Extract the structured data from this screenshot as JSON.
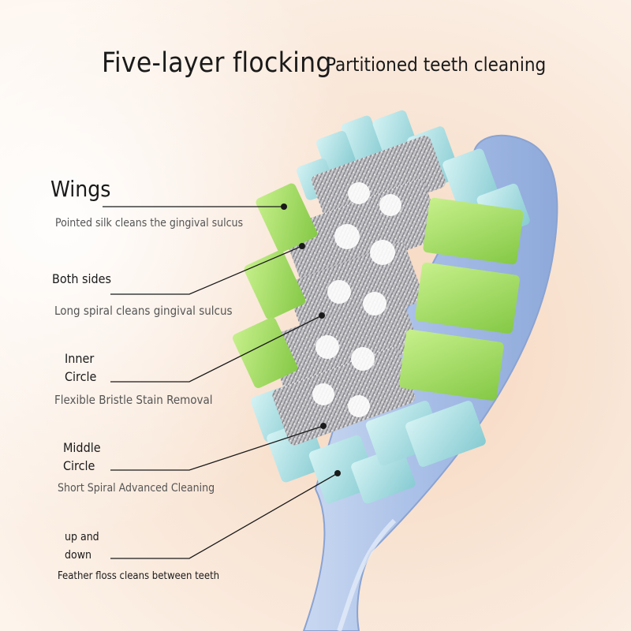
{
  "header": {
    "title": "Five-layer flocking",
    "subtitle": "Partitioned teeth cleaning"
  },
  "callouts": [
    {
      "label": "Wings",
      "description": "Pointed silk cleans the gingival sulcus"
    },
    {
      "label": "Both sides",
      "description": "Long spiral cleans gingival sulcus"
    },
    {
      "label_line1": "Inner",
      "label_line2": "Circle",
      "description": "Flexible Bristle Stain Removal"
    },
    {
      "label_line1": "Middle",
      "label_line2": "Circle",
      "description": "Short Spiral Advanced Cleaning"
    },
    {
      "label_line1": "up and",
      "label_line2": "down",
      "description": "Feather floss cleans between teeth"
    }
  ],
  "colors": {
    "handle": "#a9bfe6",
    "bristle_green": "#9ed85a",
    "bristle_cyan": "#9fd8dc",
    "bristle_gray": "#b9b9bd",
    "background": "#fbeee2"
  }
}
